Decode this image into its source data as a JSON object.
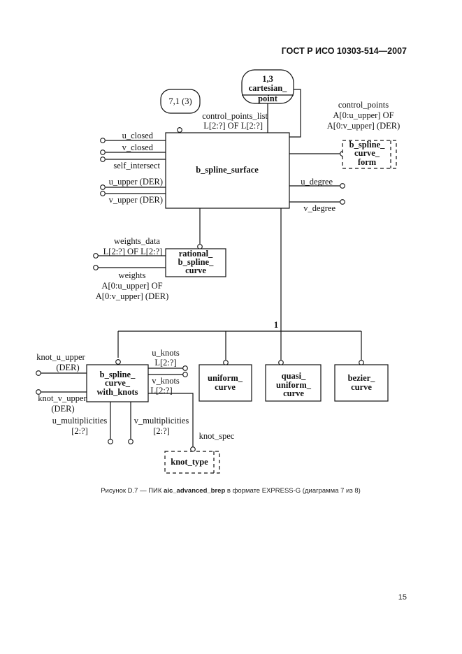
{
  "header": {
    "doc_id": "ГОСТ Р ИСО 10303-514—2007"
  },
  "footer": {
    "caption_prefix": "Рисунок D.7 — ПИК ",
    "caption_bold": "aic_advanced_brep",
    "caption_suffix": " в формате EXPRESS-G (диаграмма 7 из 8)",
    "page_number": "15"
  },
  "diagram": {
    "ref_7_1": "7,1 (3)",
    "cartesian": {
      "l1": "1,3",
      "l2": "cartesian_",
      "l3": "point"
    },
    "main": "b_spline_surface",
    "attrs": {
      "control_points_list_l1": "control_points_list",
      "control_points_list_l2": "L[2:?] OF L[2:?]",
      "control_points_l1": "control_points",
      "control_points_l2": "A[0:u_upper] OF",
      "control_points_l3": "A[0:v_upper] (DER)",
      "u_closed": "u_closed",
      "v_closed": "v_closed",
      "self_intersect": "self_intersect",
      "u_upper": "u_upper (DER)",
      "v_upper": "v_upper (DER)",
      "u_degree": "u_degree",
      "v_degree": "v_degree",
      "weights_data_l1": "weights_data",
      "weights_data_l2": "L[2:?] OF L[2:?]",
      "weights_l1": "weights",
      "weights_l2": "A[0:u_upper] OF",
      "weights_l3": "A[0:v_upper] (DER)",
      "knot_u_upper_l1": "knot_u_upper",
      "knot_u_upper_l2": "(DER)",
      "knot_v_upper_l1": "knot_v_upper",
      "knot_v_upper_l2": "(DER)",
      "u_knots_l1": "u_knots",
      "u_knots_l2": "L[2:?]",
      "v_knots_l1": "v_knots",
      "v_knots_l2": "L[2:?]",
      "u_multiplicities_l1": "u_multiplicities",
      "u_multiplicities_l2": "[2:?]",
      "v_multiplicities_l1": "v_multiplicities",
      "v_multiplicities_l2": "[2:?]",
      "knot_spec": "knot_spec"
    },
    "curve_form": {
      "l1": "b_spline_",
      "l2": "curve_",
      "l3": "form"
    },
    "rational": {
      "l1": "rational_",
      "l2": "b_spline_",
      "l3": "curve"
    },
    "supertype_marker": "1",
    "with_knots": {
      "l1": "b_spline_",
      "l2": "curve_",
      "l3": "with_knots"
    },
    "uniform": {
      "l1": "uniform_",
      "l2": "curve"
    },
    "quasi": {
      "l1": "quasi_",
      "l2": "uniform_",
      "l3": "curve"
    },
    "bezier": {
      "l1": "bezier_",
      "l2": "curve"
    },
    "knot_type": "knot_type"
  }
}
